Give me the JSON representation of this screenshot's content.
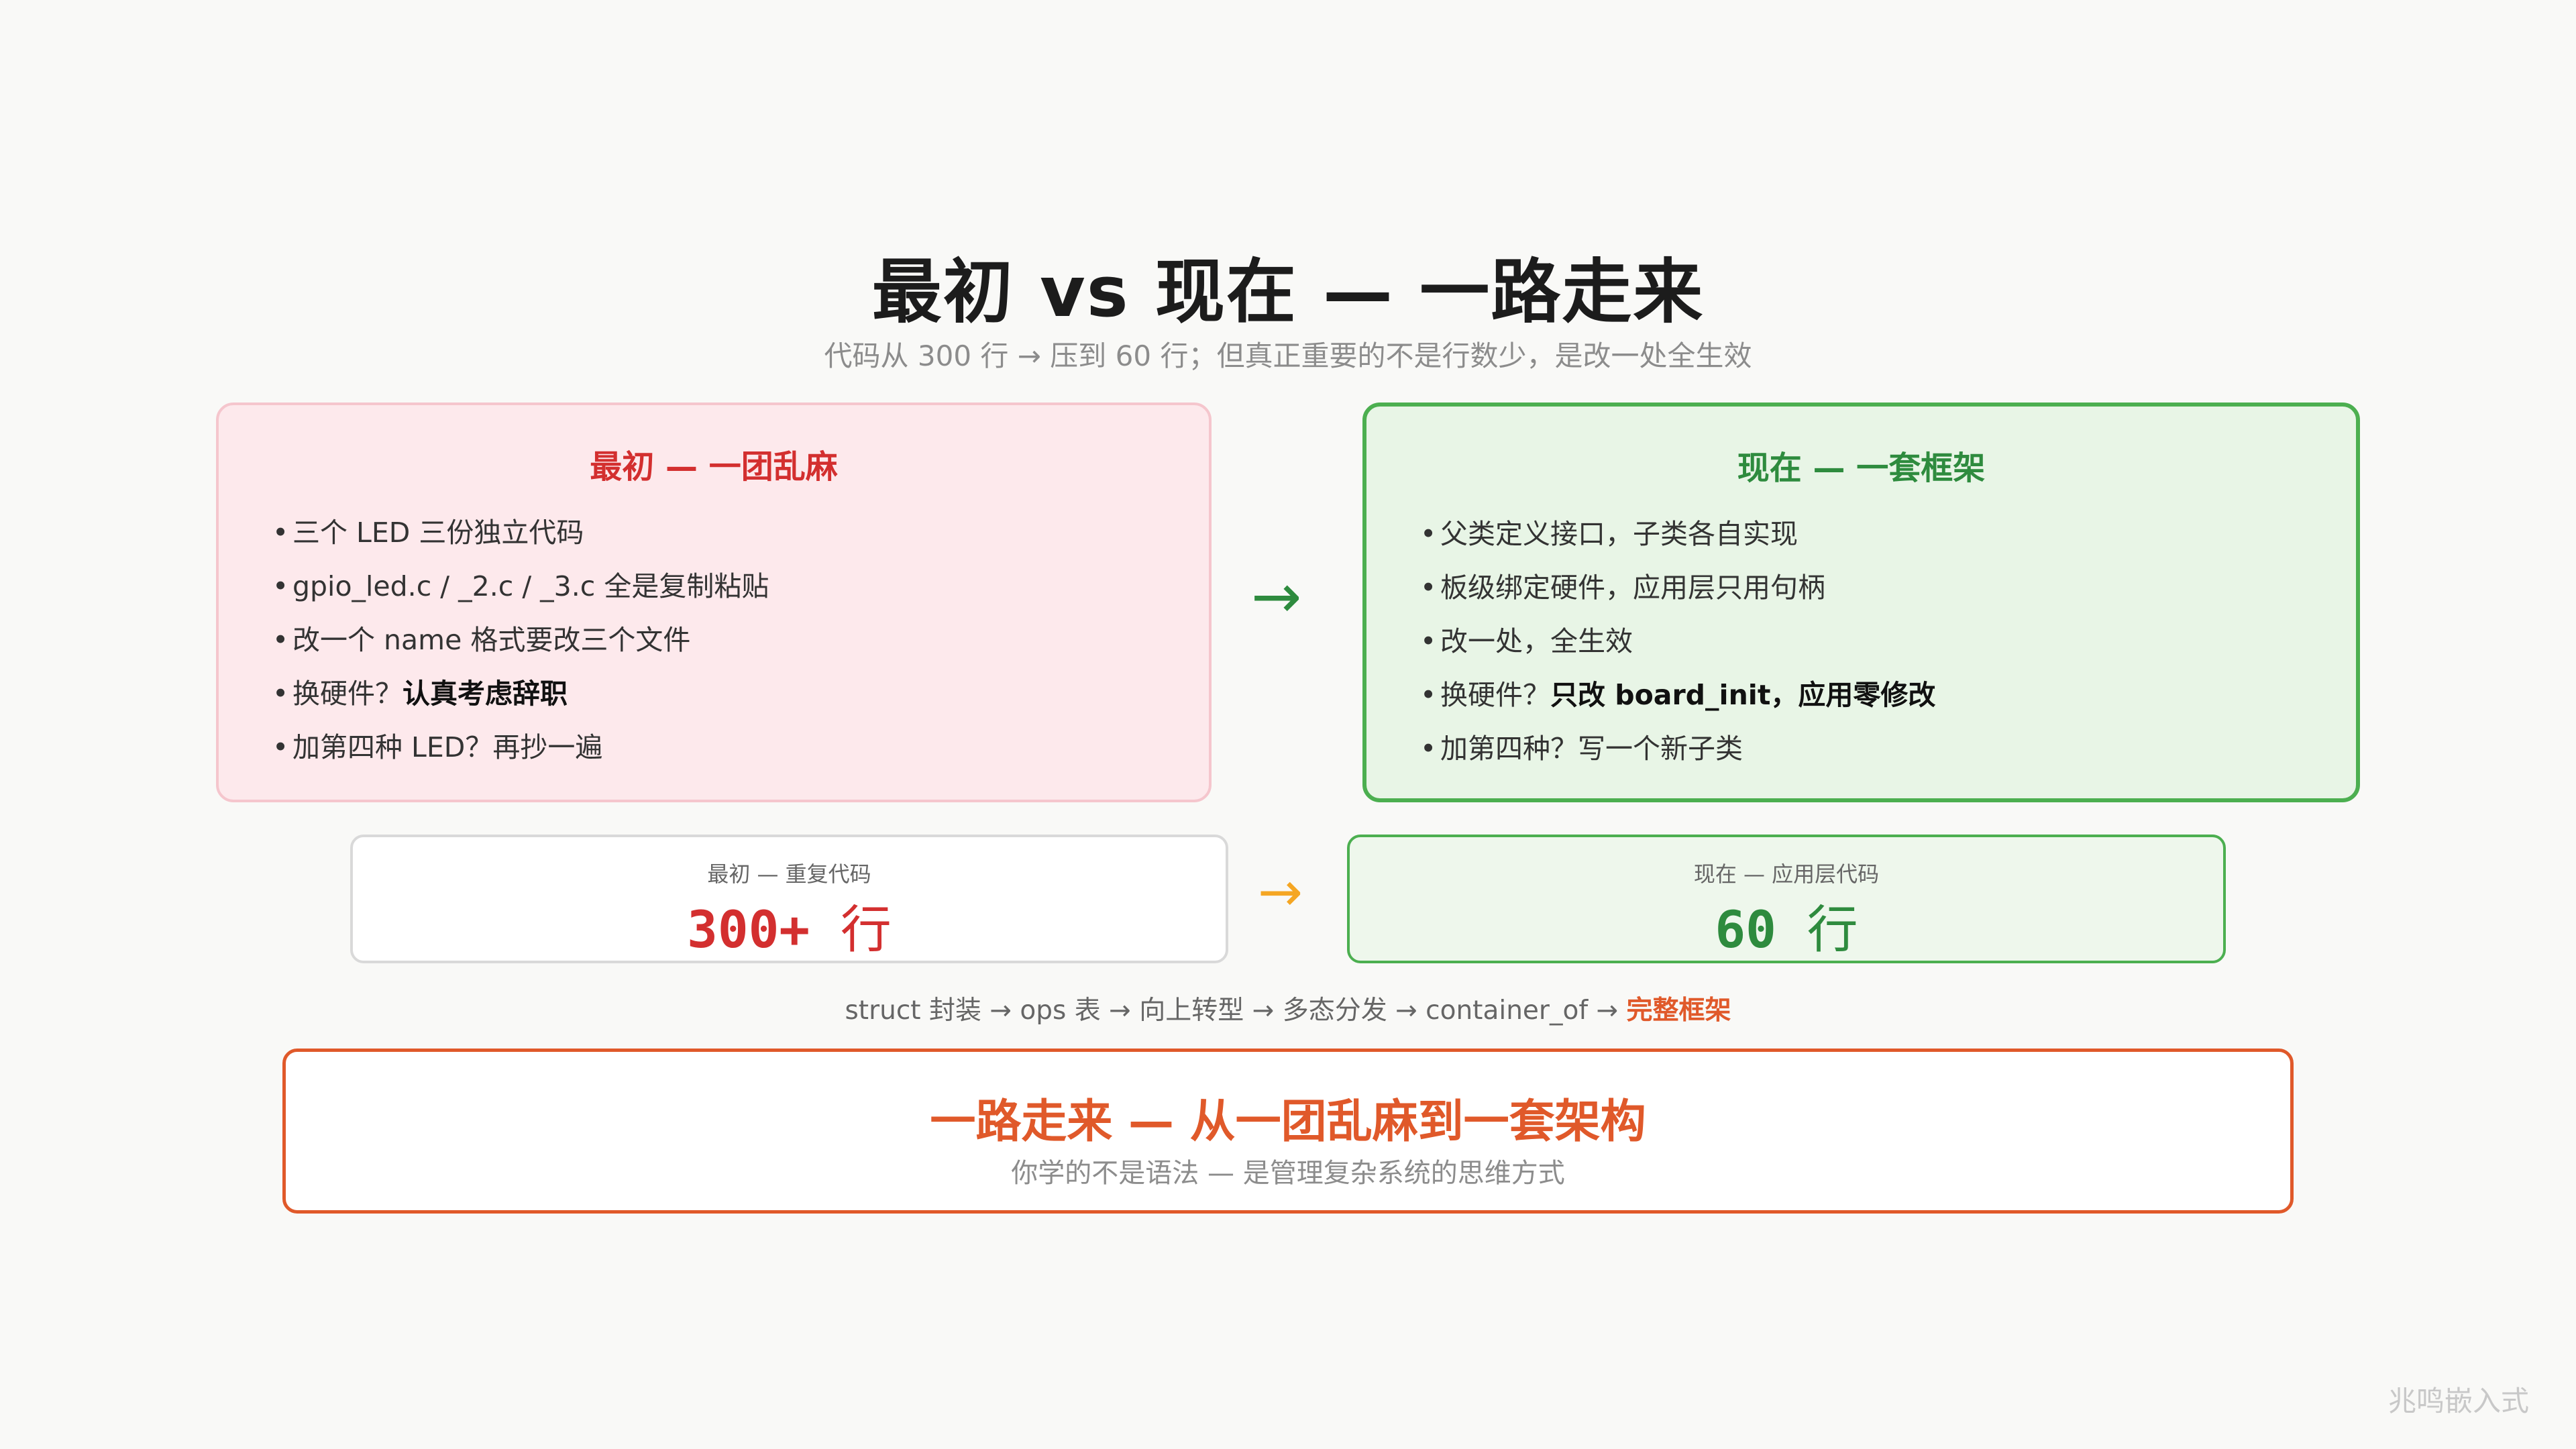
{
  "header": {
    "title": "最初 vs 现在 — 一路走来",
    "subtitle": "代码从 300 行 → 压到 60 行；但真正重要的不是行数少，是改一处全生效"
  },
  "before_panel": {
    "heading": "最初 — 一团乱麻",
    "items": [
      {
        "text": "三个 LED 三份独立代码",
        "strong": ""
      },
      {
        "text": "gpio_led.c / _2.c / _3.c 全是复制粘贴",
        "strong": ""
      },
      {
        "text": "改一个 name 格式要改三个文件",
        "strong": ""
      },
      {
        "text": "换硬件？",
        "strong": "认真考虑辞职"
      },
      {
        "text": "加第四种 LED？再抄一遍",
        "strong": ""
      }
    ]
  },
  "after_panel": {
    "heading": "现在 — 一套框架",
    "items": [
      {
        "text": "父类定义接口，子类各自实现",
        "strong": ""
      },
      {
        "text": "板级绑定硬件，应用层只用句柄",
        "strong": ""
      },
      {
        "text": "改一处，全生效",
        "strong": ""
      },
      {
        "text": "换硬件？",
        "strong": "只改 board_init，应用零修改"
      },
      {
        "text": "加第四种？写一个新子类",
        "strong": ""
      }
    ]
  },
  "arrows": {
    "main": "→",
    "stat": "→"
  },
  "stats": {
    "before": {
      "label": "最初 — 重复代码",
      "value": "300+",
      "unit": "行"
    },
    "after": {
      "label": "现在 — 应用层代码",
      "value": "60",
      "unit": "行"
    }
  },
  "chain": {
    "text": "struct 封装 → ops 表 → 向上转型 → 多态分发 → container_of → ",
    "end": "完整框架"
  },
  "summary": {
    "title": "一路走来 — 从一团乱麻到一套架构",
    "subtitle": "你学的不是语法 — 是管理复杂系统的思维方式"
  },
  "watermark": "兆鸣嵌入式",
  "colors": {
    "before_accent": "#d32f2f",
    "after_accent": "#2e8b3e",
    "summary_accent": "#e0592a",
    "stat_arrow": "#f5a623"
  }
}
